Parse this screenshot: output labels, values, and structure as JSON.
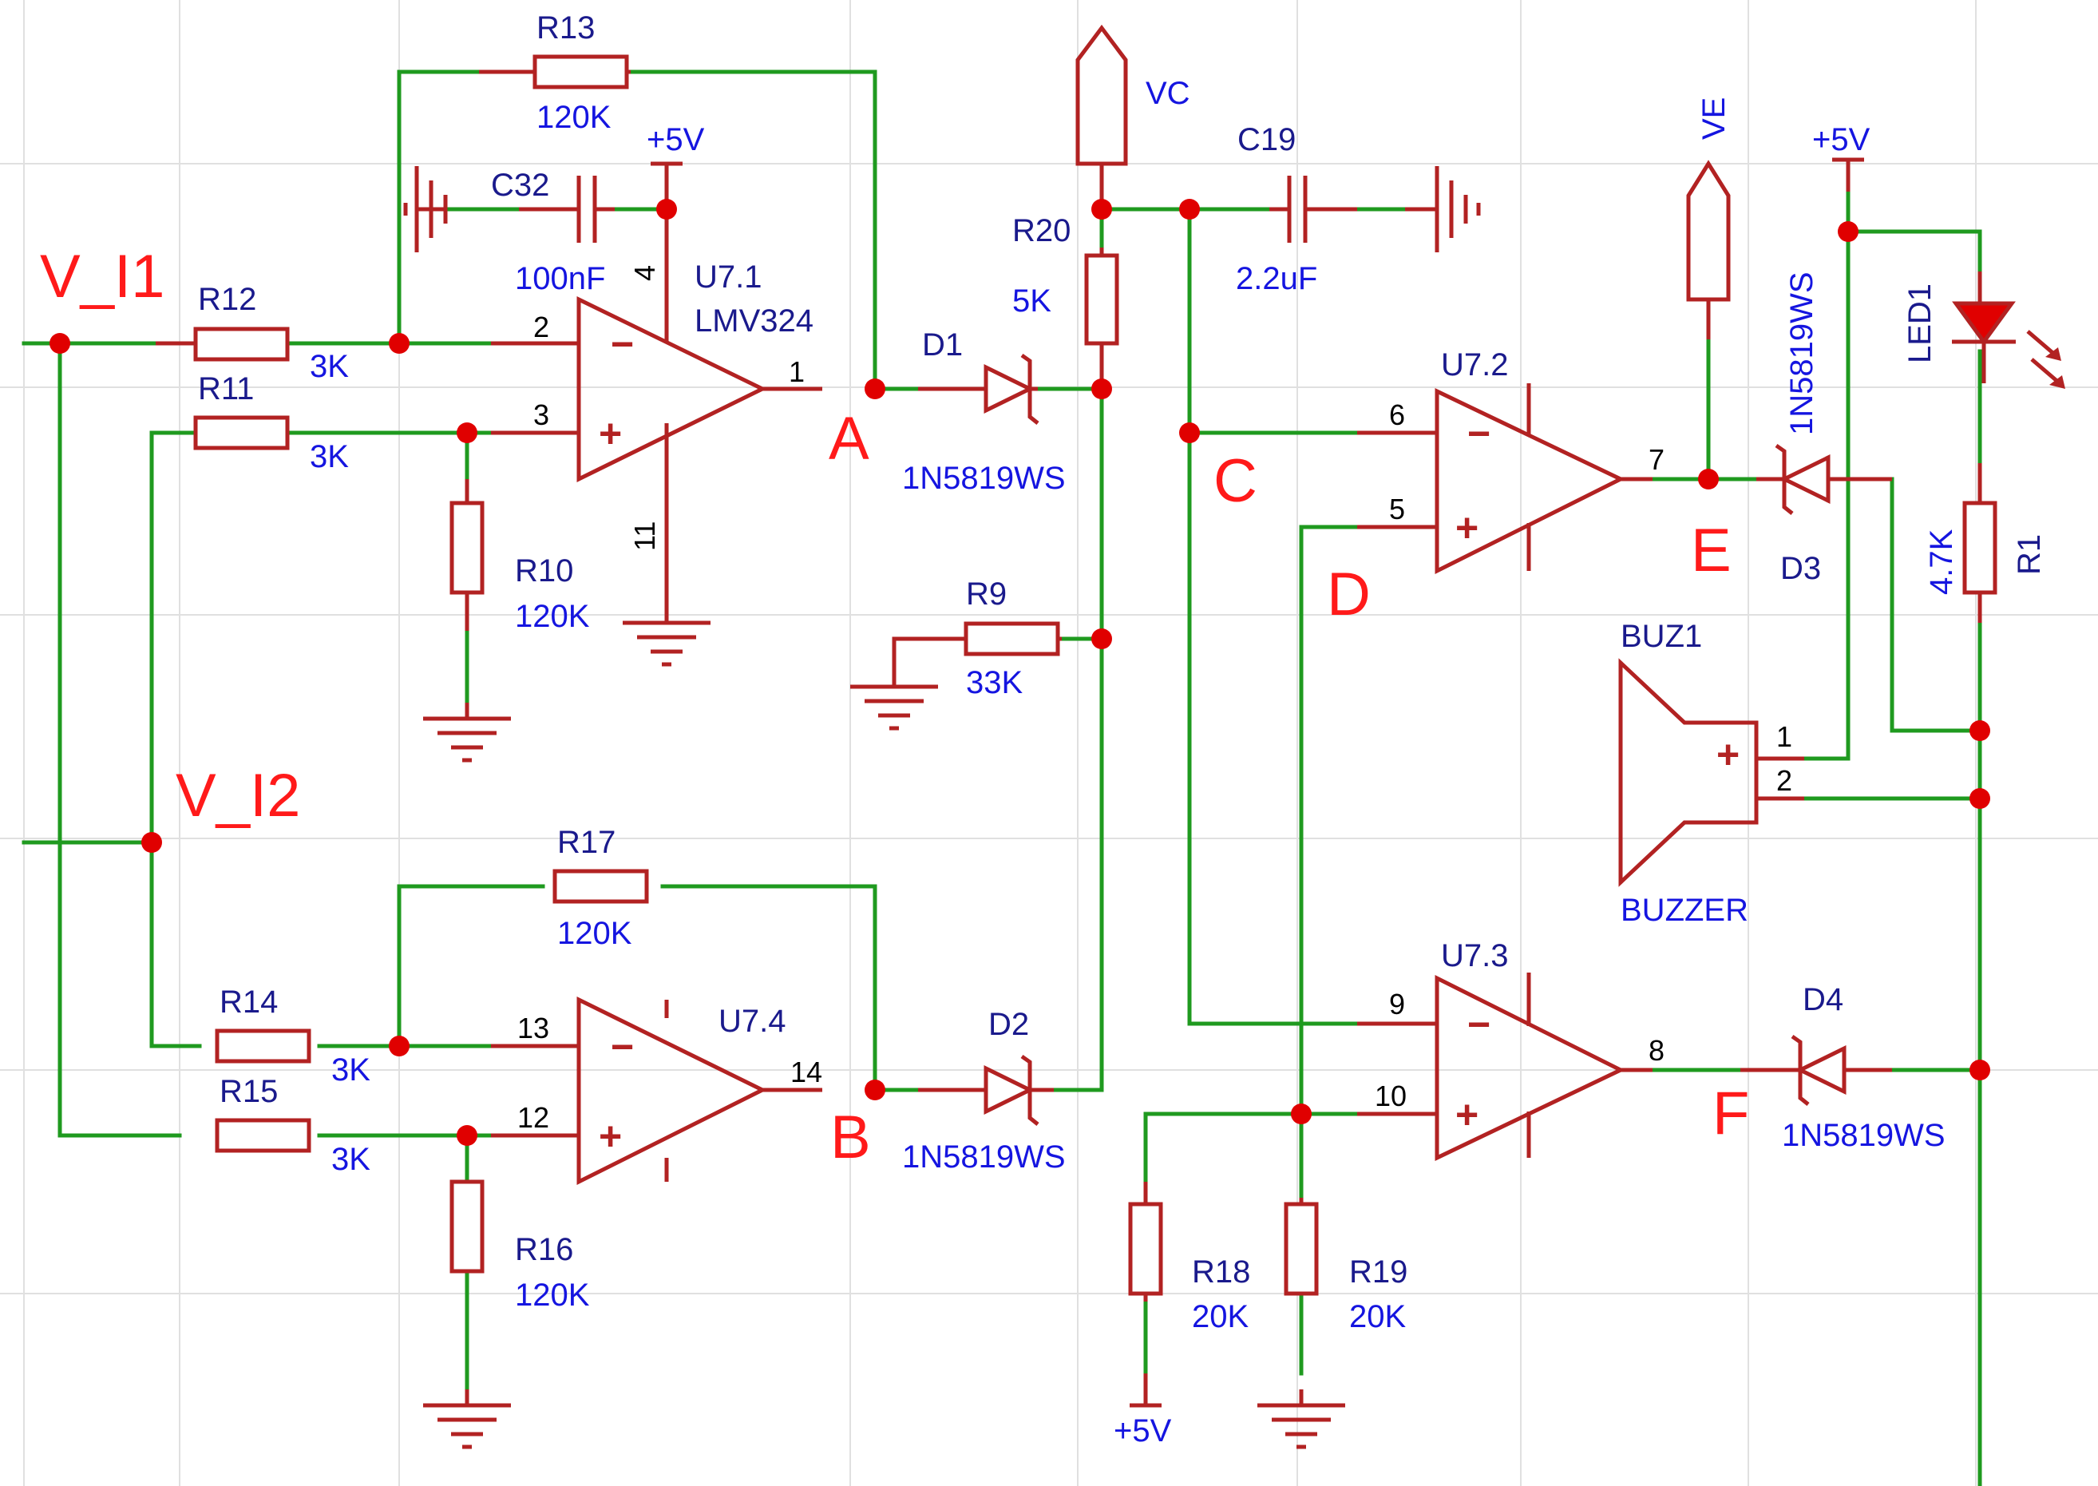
{
  "nets": {
    "v_i1": "V_I1",
    "v_i2": "V_I2",
    "vc": "VC",
    "ve": "VE",
    "vcc": "+5V",
    "node_a": "A",
    "node_b": "B",
    "node_c": "C",
    "node_d": "D",
    "node_e": "E",
    "node_f": "F"
  },
  "resistors": {
    "r9": {
      "ref": "R9",
      "value": "33K"
    },
    "r10": {
      "ref": "R10",
      "value": "120K"
    },
    "r11": {
      "ref": "R11",
      "value": "3K"
    },
    "r12": {
      "ref": "R12",
      "value": "3K"
    },
    "r13": {
      "ref": "R13",
      "value": "120K"
    },
    "r14": {
      "ref": "R14",
      "value": "3K"
    },
    "r15": {
      "ref": "R15",
      "value": "3K"
    },
    "r16": {
      "ref": "R16",
      "value": "120K"
    },
    "r17": {
      "ref": "R17",
      "value": "120K"
    },
    "r18": {
      "ref": "R18",
      "value": "20K"
    },
    "r19": {
      "ref": "R19",
      "value": "20K"
    },
    "r20": {
      "ref": "R20",
      "value": "5K"
    },
    "r1": {
      "ref": "R1",
      "value": "4.7K"
    }
  },
  "capacitors": {
    "c32": {
      "ref": "C32",
      "value": "100nF"
    },
    "c19": {
      "ref": "C19",
      "value": "2.2uF"
    }
  },
  "diodes": {
    "d1": {
      "ref": "D1",
      "part": "1N5819WS"
    },
    "d2": {
      "ref": "D2",
      "part": "1N5819WS"
    },
    "d3": {
      "ref": "D3",
      "part": "1N5819WS"
    },
    "d4": {
      "ref": "D4",
      "part": "1N5819WS"
    }
  },
  "opamps": {
    "u71": {
      "ref": "U7.1",
      "part": "LMV324",
      "pin_inv": "2",
      "pin_noninv": "3",
      "pin_out": "1",
      "pin_vcc": "4",
      "pin_gnd": "11"
    },
    "u72": {
      "ref": "U7.2",
      "pin_inv": "6",
      "pin_noninv": "5",
      "pin_out": "7"
    },
    "u73": {
      "ref": "U7.3",
      "pin_inv": "9",
      "pin_noninv": "10",
      "pin_out": "8"
    },
    "u74": {
      "ref": "U7.4",
      "pin_inv": "13",
      "pin_noninv": "12",
      "pin_out": "14"
    }
  },
  "led": {
    "ref": "LED1"
  },
  "buzzer": {
    "ref": "BUZ1",
    "part": "BUZZER",
    "pin1": "1",
    "pin2": "2"
  },
  "colors": {
    "wire": "#1f9a1f",
    "symbol": "#b22222",
    "junction": "#e00000",
    "net_label": "#ff1a1a",
    "value": "#1515e0",
    "designator": "#1a1a8c"
  }
}
